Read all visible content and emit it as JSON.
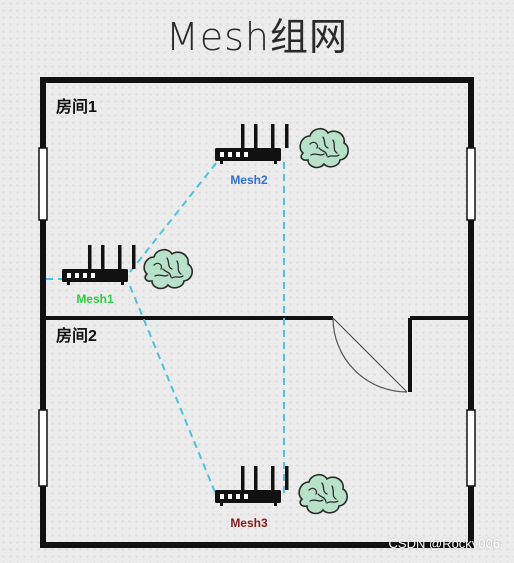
{
  "title": "Mesh组网",
  "rooms": [
    {
      "label": "房间1"
    },
    {
      "label": "房间2"
    }
  ],
  "routers": [
    {
      "label": "Mesh1",
      "color": "#2ecc40"
    },
    {
      "label": "Mesh2",
      "color": "#2f6fd6"
    },
    {
      "label": "Mesh3",
      "color": "#8b1a1a"
    }
  ],
  "links": [
    {
      "from": "Mesh1",
      "to": "Mesh2"
    },
    {
      "from": "Mesh1",
      "to": "Mesh3"
    },
    {
      "from": "Mesh2",
      "to": "Mesh3"
    }
  ],
  "colors": {
    "wall": "#111111",
    "link": "#4fc3d9",
    "window": "#ffffff",
    "brain_fill": "#b7e1c9",
    "brain_stroke": "#2b2b2b"
  },
  "icons": {
    "router": "router-icon",
    "brain": "brain-icon",
    "door": "door-icon",
    "window": "window-icon"
  },
  "watermark": "CSDN @Rocky006"
}
